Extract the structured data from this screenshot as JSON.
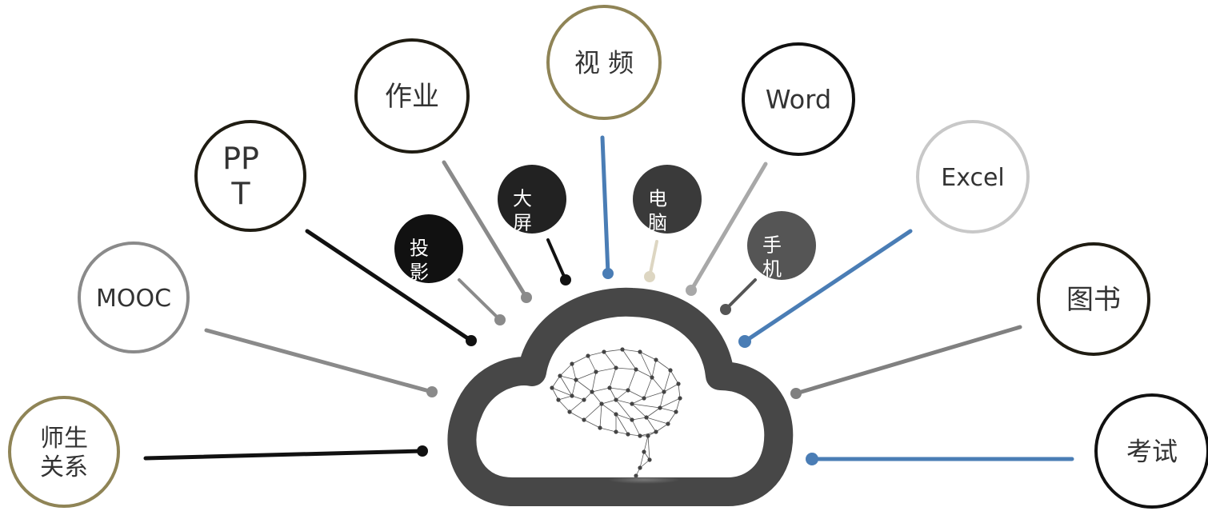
{
  "nodes": [
    {
      "key": "shisheng",
      "lines": [
        "师生",
        "关系"
      ],
      "ring": "#8f8456",
      "fill": "#ffffff",
      "text": "#333333",
      "line_color": "#111111",
      "dot_color": "#111111"
    },
    {
      "key": "mooc",
      "lines": [
        "MOOC"
      ],
      "ring": "#8a8a8a",
      "fill": "#ffffff",
      "text": "#333333",
      "line_color": "#8a8a8a",
      "dot_color": "#8a8a8a"
    },
    {
      "key": "ppt",
      "lines": [
        "PP",
        "T"
      ],
      "ring": "#1f1c12",
      "fill": "#ffffff",
      "text": "#333333",
      "line_color": "#111111",
      "dot_color": "#111111"
    },
    {
      "key": "zuoye",
      "lines": [
        "作业"
      ],
      "ring": "#1f1c12",
      "fill": "#ffffff",
      "text": "#333333",
      "line_color": "#8a8a8a",
      "dot_color": "#8a8a8a"
    },
    {
      "key": "shipin",
      "lines": [
        "视 频"
      ],
      "ring": "#8f8456",
      "fill": "#ffffff",
      "text": "#333333",
      "line_color": "#4a7db5",
      "dot_color": "#4a7db5"
    },
    {
      "key": "word",
      "lines": [
        "Word"
      ],
      "ring": "#111111",
      "fill": "#ffffff",
      "text": "#333333",
      "line_color": "#a8a8a8",
      "dot_color": "#a8a8a8"
    },
    {
      "key": "excel",
      "lines": [
        "Excel"
      ],
      "ring": "#c8c8c8",
      "fill": "#ffffff",
      "text": "#333333",
      "line_color": "#4a7db5",
      "dot_color": "#4a7db5"
    },
    {
      "key": "tushu",
      "lines": [
        "图书"
      ],
      "ring": "#1f1c12",
      "fill": "#ffffff",
      "text": "#333333",
      "line_color": "#808080",
      "dot_color": "#808080"
    },
    {
      "key": "kaoshi",
      "lines": [
        "考试"
      ],
      "ring": "#111111",
      "fill": "#ffffff",
      "text": "#333333",
      "line_color": "#4a7db5",
      "dot_color": "#4a7db5"
    },
    {
      "key": "touying",
      "lines": [
        "投",
        "影"
      ],
      "ring": "#111111",
      "fill": "#111111",
      "text": "#ffffff",
      "line_color": "#8a8a8a",
      "dot_color": "#8a8a8a"
    },
    {
      "key": "daping",
      "lines": [
        "大",
        "屏"
      ],
      "ring": "#222222",
      "fill": "#222222",
      "text": "#ffffff",
      "line_color": "#111111",
      "dot_color": "#111111"
    },
    {
      "key": "diannao",
      "lines": [
        "电",
        "脑"
      ],
      "ring": "#3a3a3a",
      "fill": "#3a3a3a",
      "text": "#ffffff",
      "line_color": "#ddd6c2",
      "dot_color": "#ddd6c2"
    },
    {
      "key": "shouji",
      "lines": [
        "手",
        "机"
      ],
      "ring": "#555555",
      "fill": "#555555",
      "text": "#ffffff",
      "line_color": "#555555",
      "dot_color": "#555555"
    }
  ],
  "center": {
    "icon": "cloud-brain-icon",
    "cloud_color": "#474747"
  }
}
